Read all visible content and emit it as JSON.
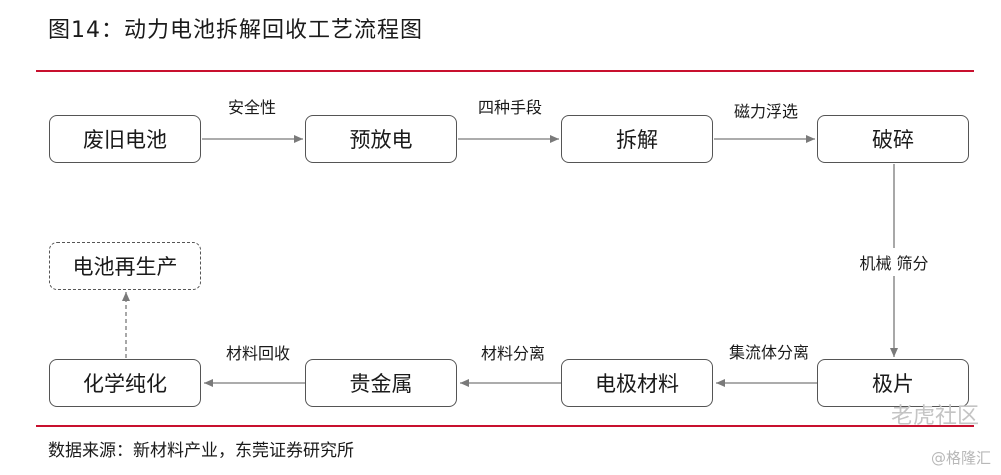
{
  "header": {
    "title": "图14：动力电池拆解回收工艺流程图"
  },
  "colors": {
    "rule": "#c8102e",
    "box_border": "#555555",
    "arrow": "#7a7a7a"
  },
  "nodes": {
    "waste_battery": "废旧电池",
    "pre_discharge": "预放电",
    "disassembly": "拆解",
    "crushing": "破碎",
    "battery_regeneration": "电池再生产",
    "chemical_purification": "化学纯化",
    "precious_metal": "贵金属",
    "electrode_material": "电极材料",
    "pole_piece": "极片"
  },
  "edges": {
    "safety": "安全性",
    "four_means": "四种手段",
    "magnetic_flotation": "磁力浮选",
    "mechanical_screening": "机械 筛分",
    "fluid_separation": "集流体分离",
    "material_separation": "材料分离",
    "material_recovery": "材料回收"
  },
  "footer": {
    "source": "数据来源：新材料产业，东莞证券研究所"
  },
  "watermarks": {
    "primary": "老虎社区",
    "secondary": "@格隆汇"
  }
}
